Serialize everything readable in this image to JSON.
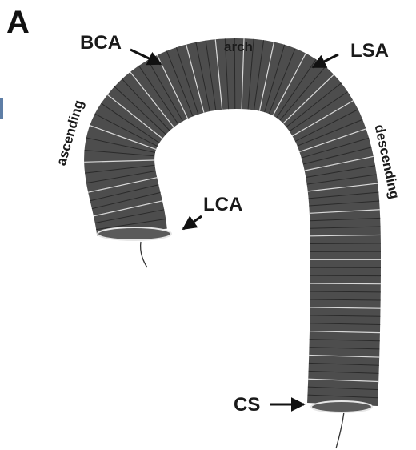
{
  "panel_letter": "A",
  "labels": {
    "bca": "BCA",
    "lsa": "LSA",
    "arch": "arch",
    "lca": "LCA",
    "cs": "CS",
    "ascending": "ascending",
    "descending": "descending"
  },
  "colors": {
    "vessel": "#4d4d4d",
    "ring_edge": "#2a2a2a",
    "gap": "#e6e6e6",
    "arrow": "#111111",
    "edge_mark": "#5e7ea6"
  }
}
